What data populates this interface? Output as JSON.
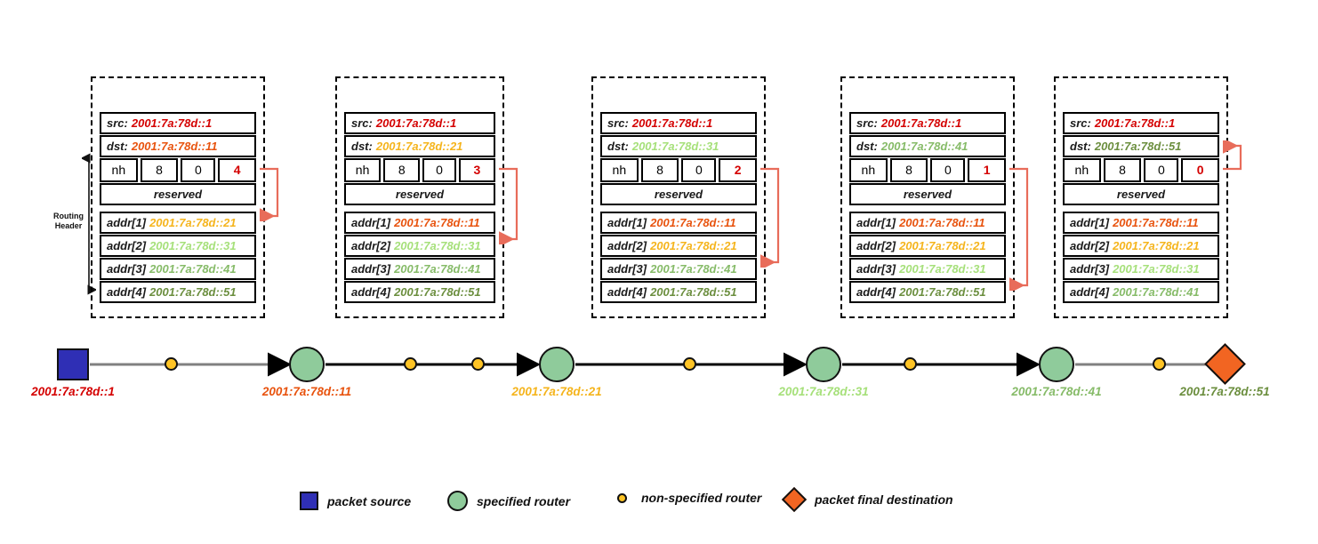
{
  "diagram": {
    "routing_header_label_line1": "Routing",
    "routing_header_label_line2": "Header"
  },
  "colors": {
    "addr1": "#e8530e",
    "addr2": "#f5b41c",
    "addr3": "#a6e07a",
    "addr4": "#86bb68",
    "addr5": "#6b8e3e",
    "src": "#d40000",
    "segments": "#d40000",
    "arrow": "#e86c5a",
    "source_node": "#2f2fb5",
    "router_node": "#8fcb9b",
    "nonspec_node": "#ffc425",
    "dest_node": "#f26522"
  },
  "field_labels": {
    "src": "src:",
    "dst": "dst:",
    "nh": "nh",
    "hdr_ext_len": "8",
    "routing_type": "0",
    "reserved": "reserved",
    "addr1": "addr[1]",
    "addr2": "addr[2]",
    "addr3": "addr[3]",
    "addr4": "addr[4]"
  },
  "packets": [
    {
      "id": "packet-1",
      "src": "2001:7a:78d::1",
      "src_color": "#d40000",
      "dst": "2001:7a:78d::11",
      "dst_color": "#e8530e",
      "nh": "nh",
      "hdr_ext_len": "8",
      "routing_type": "0",
      "segments_left": "4",
      "reserved": "reserved",
      "addresses": [
        {
          "label": "addr[1]",
          "value": "2001:7a:78d::21",
          "color": "#f5b41c"
        },
        {
          "label": "addr[2]",
          "value": "2001:7a:78d::31",
          "color": "#a6e07a"
        },
        {
          "label": "addr[3]",
          "value": "2001:7a:78d::41",
          "color": "#86bb68"
        },
        {
          "label": "addr[4]",
          "value": "2001:7a:78d::51",
          "color": "#6b8e3e"
        }
      ],
      "pointer_target": "addr[1]"
    },
    {
      "id": "packet-2",
      "src": "2001:7a:78d::1",
      "src_color": "#d40000",
      "dst": "2001:7a:78d::21",
      "dst_color": "#f5b41c",
      "nh": "nh",
      "hdr_ext_len": "8",
      "routing_type": "0",
      "segments_left": "3",
      "reserved": "reserved",
      "addresses": [
        {
          "label": "addr[1]",
          "value": "2001:7a:78d::11",
          "color": "#e8530e"
        },
        {
          "label": "addr[2]",
          "value": "2001:7a:78d::31",
          "color": "#a6e07a"
        },
        {
          "label": "addr[3]",
          "value": "2001:7a:78d::41",
          "color": "#86bb68"
        },
        {
          "label": "addr[4]",
          "value": "2001:7a:78d::51",
          "color": "#6b8e3e"
        }
      ],
      "pointer_target": "addr[2]"
    },
    {
      "id": "packet-3",
      "src": "2001:7a:78d::1",
      "src_color": "#d40000",
      "dst": "2001:7a:78d::31",
      "dst_color": "#a6e07a",
      "nh": "nh",
      "hdr_ext_len": "8",
      "routing_type": "0",
      "segments_left": "2",
      "reserved": "reserved",
      "addresses": [
        {
          "label": "addr[1]",
          "value": "2001:7a:78d::11",
          "color": "#e8530e"
        },
        {
          "label": "addr[2]",
          "value": "2001:7a:78d::21",
          "color": "#f5b41c"
        },
        {
          "label": "addr[3]",
          "value": "2001:7a:78d::41",
          "color": "#86bb68"
        },
        {
          "label": "addr[4]",
          "value": "2001:7a:78d::51",
          "color": "#6b8e3e"
        }
      ],
      "pointer_target": "addr[3]"
    },
    {
      "id": "packet-4",
      "src": "2001:7a:78d::1",
      "src_color": "#d40000",
      "dst": "2001:7a:78d::41",
      "dst_color": "#86bb68",
      "nh": "nh",
      "hdr_ext_len": "8",
      "routing_type": "0",
      "segments_left": "1",
      "reserved": "reserved",
      "addresses": [
        {
          "label": "addr[1]",
          "value": "2001:7a:78d::11",
          "color": "#e8530e"
        },
        {
          "label": "addr[2]",
          "value": "2001:7a:78d::21",
          "color": "#f5b41c"
        },
        {
          "label": "addr[3]",
          "value": "2001:7a:78d::31",
          "color": "#a6e07a"
        },
        {
          "label": "addr[4]",
          "value": "2001:7a:78d::51",
          "color": "#6b8e3e"
        }
      ],
      "pointer_target": "addr[4]"
    },
    {
      "id": "packet-5",
      "src": "2001:7a:78d::1",
      "src_color": "#d40000",
      "dst": "2001:7a:78d::51",
      "dst_color": "#6b8e3e",
      "nh": "nh",
      "hdr_ext_len": "8",
      "routing_type": "0",
      "segments_left": "0",
      "reserved": "reserved",
      "addresses": [
        {
          "label": "addr[1]",
          "value": "2001:7a:78d::11",
          "color": "#e8530e"
        },
        {
          "label": "addr[2]",
          "value": "2001:7a:78d::21",
          "color": "#f5b41c"
        },
        {
          "label": "addr[3]",
          "value": "2001:7a:78d::31",
          "color": "#a6e07a"
        },
        {
          "label": "addr[4]",
          "value": "2001:7a:78d::41",
          "color": "#86bb68"
        }
      ],
      "pointer_target": "dst"
    }
  ],
  "topology": {
    "nodes": [
      {
        "id": "node-source",
        "kind": "packet-source",
        "label": "2001:7a:78d::1",
        "color": "#d40000"
      },
      {
        "id": "node-hop1",
        "kind": "non-specified-router",
        "label": "",
        "color": ""
      },
      {
        "id": "node-router11",
        "kind": "specified-router",
        "label": "2001:7a:78d::11",
        "color": "#e8530e"
      },
      {
        "id": "node-hop2",
        "kind": "non-specified-router",
        "label": "",
        "color": ""
      },
      {
        "id": "node-hop3",
        "kind": "non-specified-router",
        "label": "",
        "color": ""
      },
      {
        "id": "node-router21",
        "kind": "specified-router",
        "label": "2001:7a:78d::21",
        "color": "#f5b41c"
      },
      {
        "id": "node-hop4",
        "kind": "non-specified-router",
        "label": "",
        "color": ""
      },
      {
        "id": "node-router31",
        "kind": "specified-router",
        "label": "2001:7a:78d::31",
        "color": "#a6e07a"
      },
      {
        "id": "node-hop5",
        "kind": "non-specified-router",
        "label": "",
        "color": ""
      },
      {
        "id": "node-router41",
        "kind": "specified-router",
        "label": "2001:7a:78d::41",
        "color": "#86bb68"
      },
      {
        "id": "node-hop6",
        "kind": "non-specified-router",
        "label": "",
        "color": ""
      },
      {
        "id": "node-dest",
        "kind": "packet-final-destination",
        "label": "2001:7a:78d::51",
        "color": "#6b8e3e"
      }
    ]
  },
  "legend": {
    "items": [
      {
        "icon": "square-icon",
        "label": "packet source"
      },
      {
        "icon": "circle-icon",
        "label": "specified router"
      },
      {
        "icon": "dot-icon",
        "label": "non-specified router"
      },
      {
        "icon": "diamond-icon",
        "label": "packet final destination"
      }
    ]
  }
}
